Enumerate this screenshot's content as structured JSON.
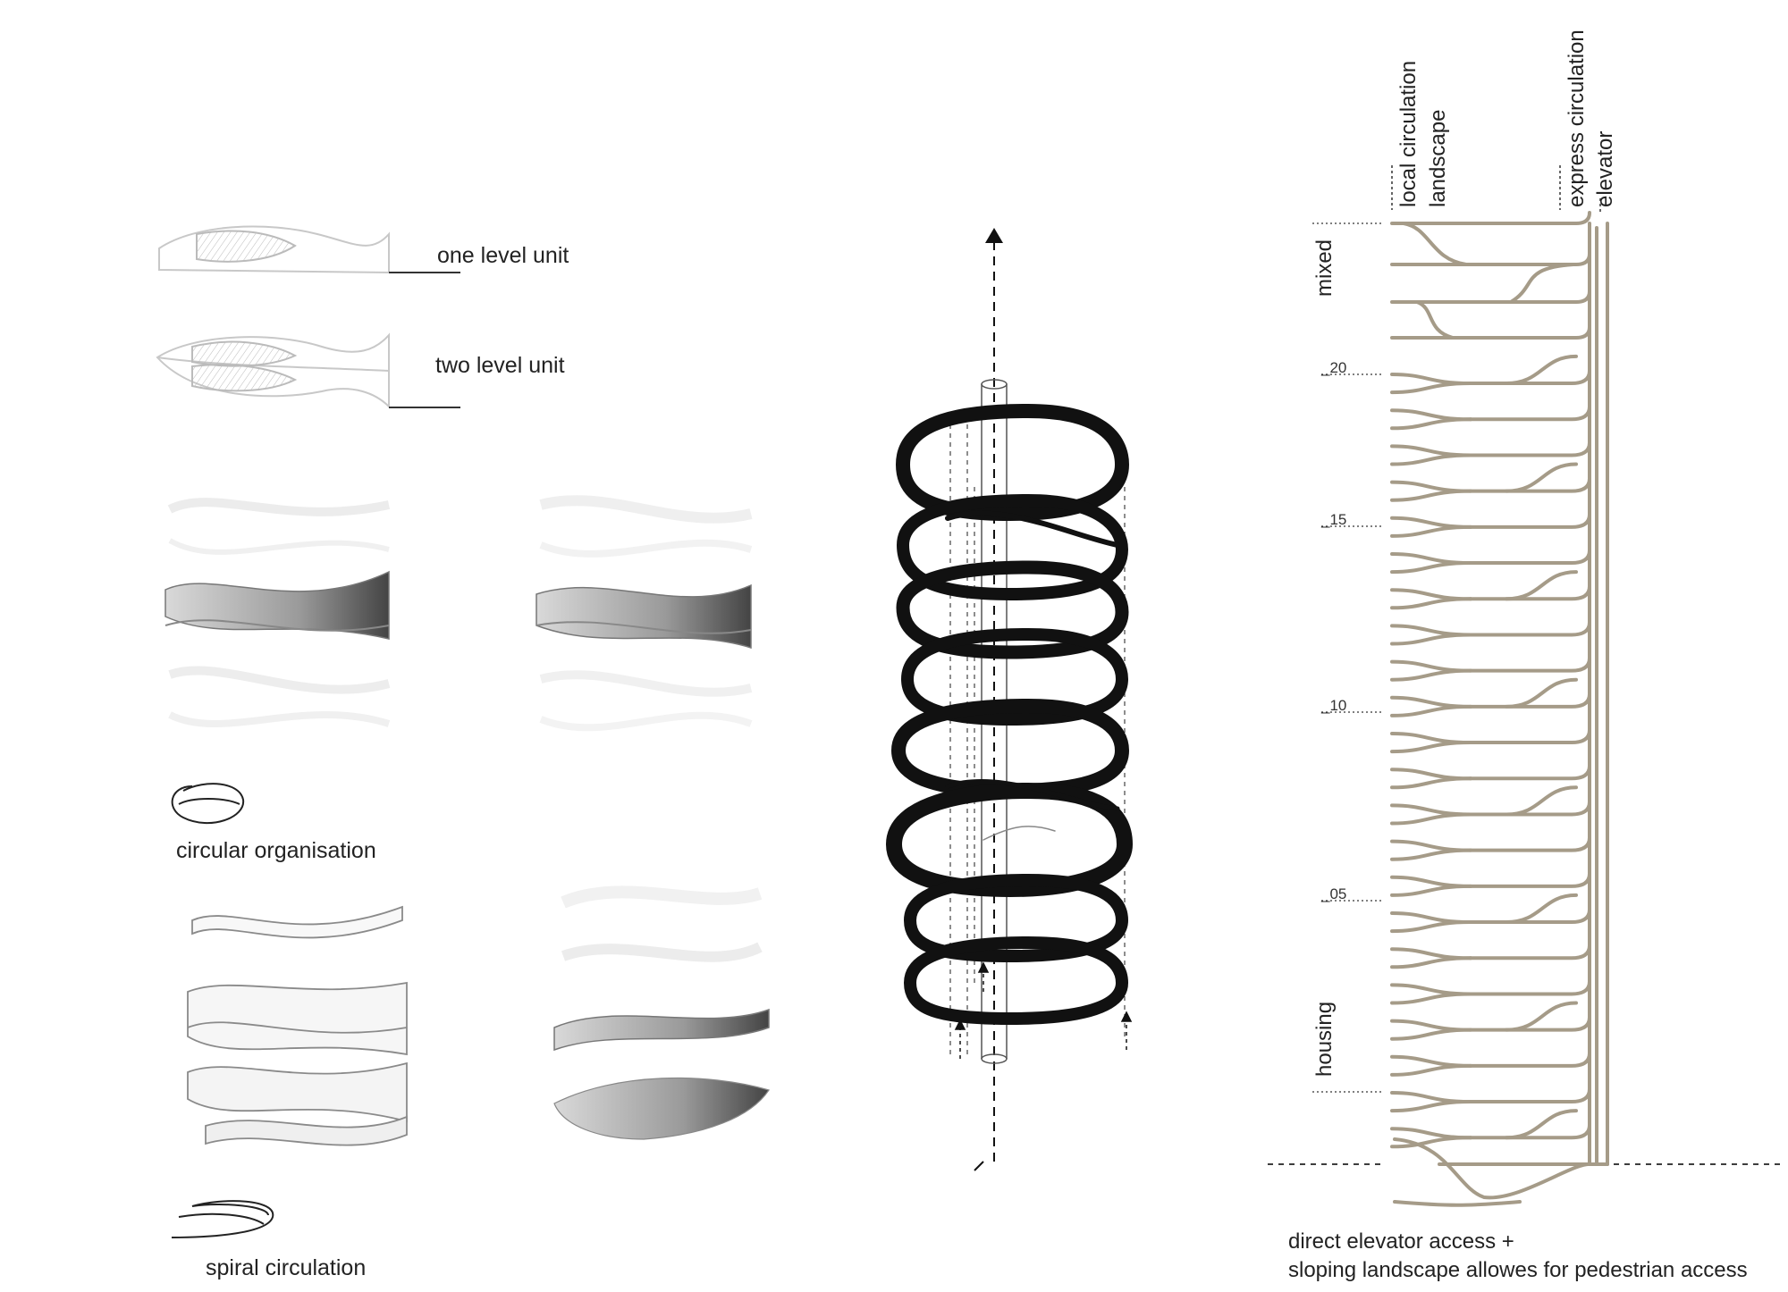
{
  "left_panel": {
    "one_level_label": "one level unit",
    "two_level_label": "two level unit",
    "circular_label": "circular organisation",
    "spiral_label": "spiral circulation"
  },
  "section": {
    "local_circulation_label": "local circulation",
    "landscape_label": "landscape",
    "express_circulation_label": "express circulation",
    "elevator_label": "elevator",
    "mixed_label": "mixed",
    "housing_label": "housing",
    "level_marks": [
      "_20",
      "_15",
      "_10",
      "_05"
    ],
    "caption_line1": "direct elevator access +",
    "caption_line2": "sloping landscape allowes for pedestrian access"
  },
  "colors": {
    "circulation": "#a59b88",
    "ink": "#111111"
  }
}
